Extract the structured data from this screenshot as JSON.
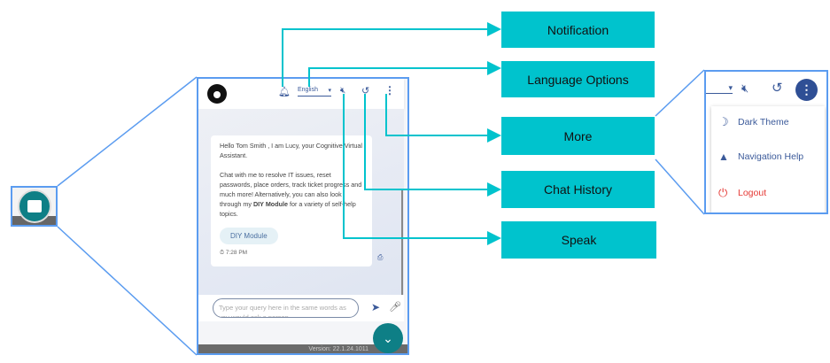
{
  "callouts": {
    "notification": "Notification",
    "language": "Language Options",
    "more": "More",
    "history": "Chat History",
    "speak": "Speak"
  },
  "chat": {
    "language": "English",
    "greeting_line1": "Hello Tom Smith , I am Lucy, your Cognitive Virtual Assistant.",
    "greeting_line2": "Chat with me to resolve IT issues, reset passwords, place orders, track ticket progress and much more! Alternatively, you can also look through my",
    "diy_bold": "DIY Module",
    "greeting_line3": "for a variety of self-help topics.",
    "diy_button": "DIY Module",
    "time": "7:28 PM",
    "input_placeholder": "Type your query here in the same words as you would ask a person",
    "version": "Version: 22.1.24.1011"
  },
  "menu": {
    "items": [
      {
        "label": "Dark Theme",
        "icon": "moon-icon"
      },
      {
        "label": "Navigation Help",
        "icon": "navigation-arrow-icon"
      },
      {
        "label": "Logout",
        "icon": "power-icon"
      }
    ]
  },
  "colors": {
    "callout": "#00c3cd",
    "accent": "#0e7f86",
    "border": "#5b9cf0",
    "logout": "#e53935"
  }
}
